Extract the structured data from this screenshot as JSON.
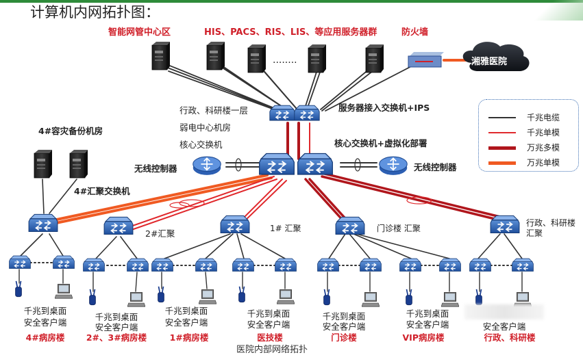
{
  "title": "计算机内网拓扑图：",
  "labels": {
    "nms": "智能网管中心区",
    "app_servers": "HIS、PACS、RIS、LIS、等应用服务器群",
    "firewall": "防火墙",
    "hospital": "湘雅医院",
    "server_switch": "服务器接入交换机+IPS",
    "core_switch": "核心交换机+虚拟化部署",
    "core_desc_1": "行政、科研楼一层",
    "core_desc_2": "弱电中心机房",
    "core_desc_3": "核心交换机",
    "wireless_left": "无线控制器",
    "wireless_right": "无线控制器",
    "backup_room": "4#容灾备份机房",
    "agg4": "4#汇聚交换机",
    "agg2": "2#汇聚",
    "agg1": "1# 汇聚",
    "agg_clinic": "门诊楼  汇聚",
    "agg_admin_1": "行政、科研楼",
    "agg_admin_2": "汇聚",
    "dots": "........"
  },
  "legend": [
    {
      "label": "千兆电缆",
      "color": "#333333",
      "width": 2
    },
    {
      "label": "千兆单模",
      "color": "#e0282c",
      "width": 2
    },
    {
      "label": "万兆多模",
      "color": "#b0161c",
      "width": 5
    },
    {
      "label": "万兆单模",
      "color": "#f05a22",
      "width": 5
    }
  ],
  "buildings": [
    {
      "desc1": "千兆到桌面",
      "desc2": "安全客户端",
      "name": "4#病房楼"
    },
    {
      "desc1": "千兆到桌面",
      "desc2": "安全客户端",
      "name": "2#、3#病房楼"
    },
    {
      "desc1": "千兆到桌面",
      "desc2": "安全客户端",
      "name": "1#病房楼"
    },
    {
      "desc1": "千兆到桌面",
      "desc2": "安全客户端",
      "name": "医技楼"
    },
    {
      "desc1": "千兆到桌面",
      "desc2": "安全客户端",
      "name": "门诊楼"
    },
    {
      "desc1": "千兆到桌面",
      "desc2": "安全客户端",
      "name": "VIP病房楼"
    },
    {
      "desc1": "",
      "desc2": "安全客户端",
      "name": "行政、科研楼"
    }
  ],
  "caption": "医院内部网络拓扑"
}
